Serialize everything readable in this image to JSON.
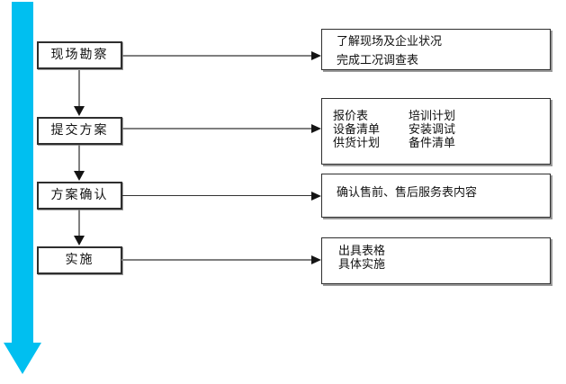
{
  "diagram": {
    "type": "flowchart",
    "colors": {
      "timeline_arrow": "#00BFF0",
      "connector_line": "#7f7f7f",
      "arrowhead": "#141414",
      "box_border": "#2e2e2e",
      "box_shadow": "#999999",
      "background": "#ffffff",
      "text": "#111111"
    },
    "steps": [
      {
        "label": "现场勘察"
      },
      {
        "label": "提交方案"
      },
      {
        "label": "方案确认"
      },
      {
        "label": "实施"
      }
    ],
    "details": [
      {
        "lines": [
          "了解现场及企业状况",
          "完成工况调查表"
        ]
      },
      {
        "columns": [
          [
            "报价表",
            "设备清单",
            "供货计划"
          ],
          [
            "培训计划",
            "安装调试",
            "备件清单"
          ]
        ]
      },
      {
        "lines": [
          "确认售前、售后服务表内容"
        ]
      },
      {
        "lines": [
          "出具表格",
          "具体实施"
        ]
      }
    ]
  }
}
